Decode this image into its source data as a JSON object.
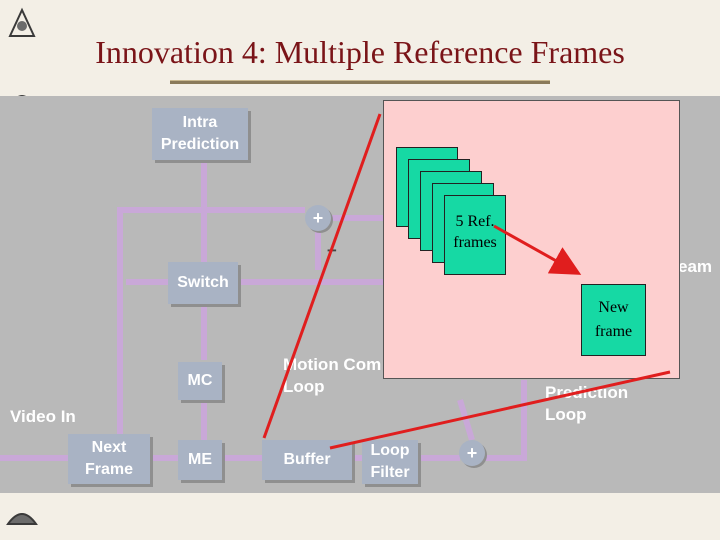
{
  "slide": {
    "title": "Innovation 4: Multiple Reference Frames"
  },
  "diagram": {
    "blocks": {
      "intra_prediction": "Intra Prediction",
      "switch": "Switch",
      "mc": "MC",
      "me": "ME",
      "next_frame": "Next Frame",
      "buffer": "Buffer",
      "loop_filter": "Loop Filter"
    },
    "circle_symbol": "+",
    "minus_symbol": "−",
    "labels": {
      "video_in": "Video In",
      "motion_loop": "Motion Com\nLoop",
      "prediction_loop": "Prediction\nLoop",
      "stream_fragment": "eam"
    }
  },
  "overlay": {
    "ref_frames_label": "5 Ref. frames",
    "new_frame_label": "New frame"
  },
  "colors": {
    "title": "#7a1418",
    "block": "#a9b3c4",
    "overlay_bg": "#fdcfcf",
    "frame_fill": "#16d9a4",
    "arrow_red": "#e01e1e"
  }
}
